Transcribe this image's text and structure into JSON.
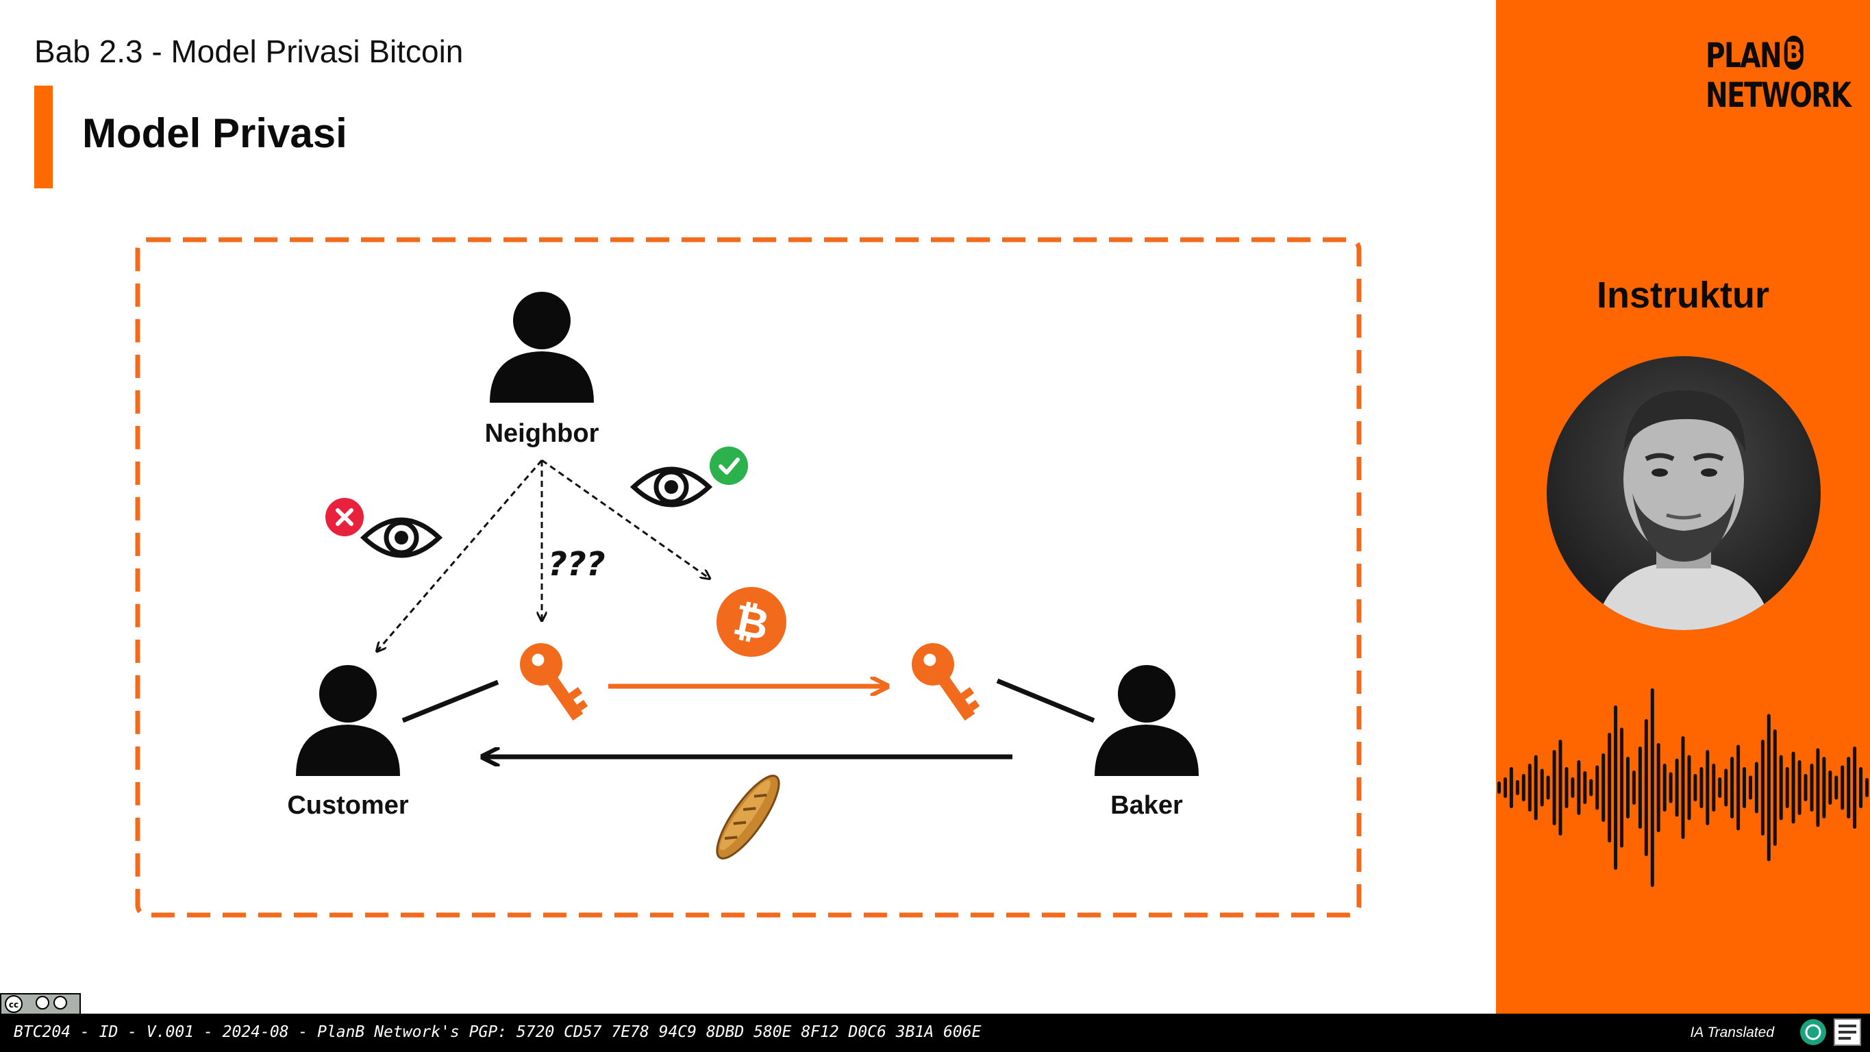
{
  "header": {
    "subtitle": "Bab 2.3 - Model Privasi Bitcoin",
    "title": "Model Privasi"
  },
  "brand": {
    "logo_line1": "PLAN",
    "logo_b": "B",
    "logo_line2": "NETWORK",
    "accent_color": "#ff6600"
  },
  "sidebar": {
    "instructor_label": "Instruktur"
  },
  "diagram": {
    "neighbor_label": "Neighbor",
    "customer_label": "Customer",
    "baker_label": "Baker",
    "question_marks": "???",
    "icons": [
      "person-icon",
      "eye-icon",
      "x-mark-icon",
      "check-mark-icon",
      "key-icon",
      "bitcoin-icon",
      "bread-icon"
    ]
  },
  "footer": {
    "text": "BTC204 - ID - V.001 - 2024-08 - PlanB Network's PGP: 5720 CD57 7E78 94C9 8DBD 580E 8F12 D0C6 3B1A 606E",
    "right_text": "IA Translated",
    "license": "CC BY SA"
  }
}
